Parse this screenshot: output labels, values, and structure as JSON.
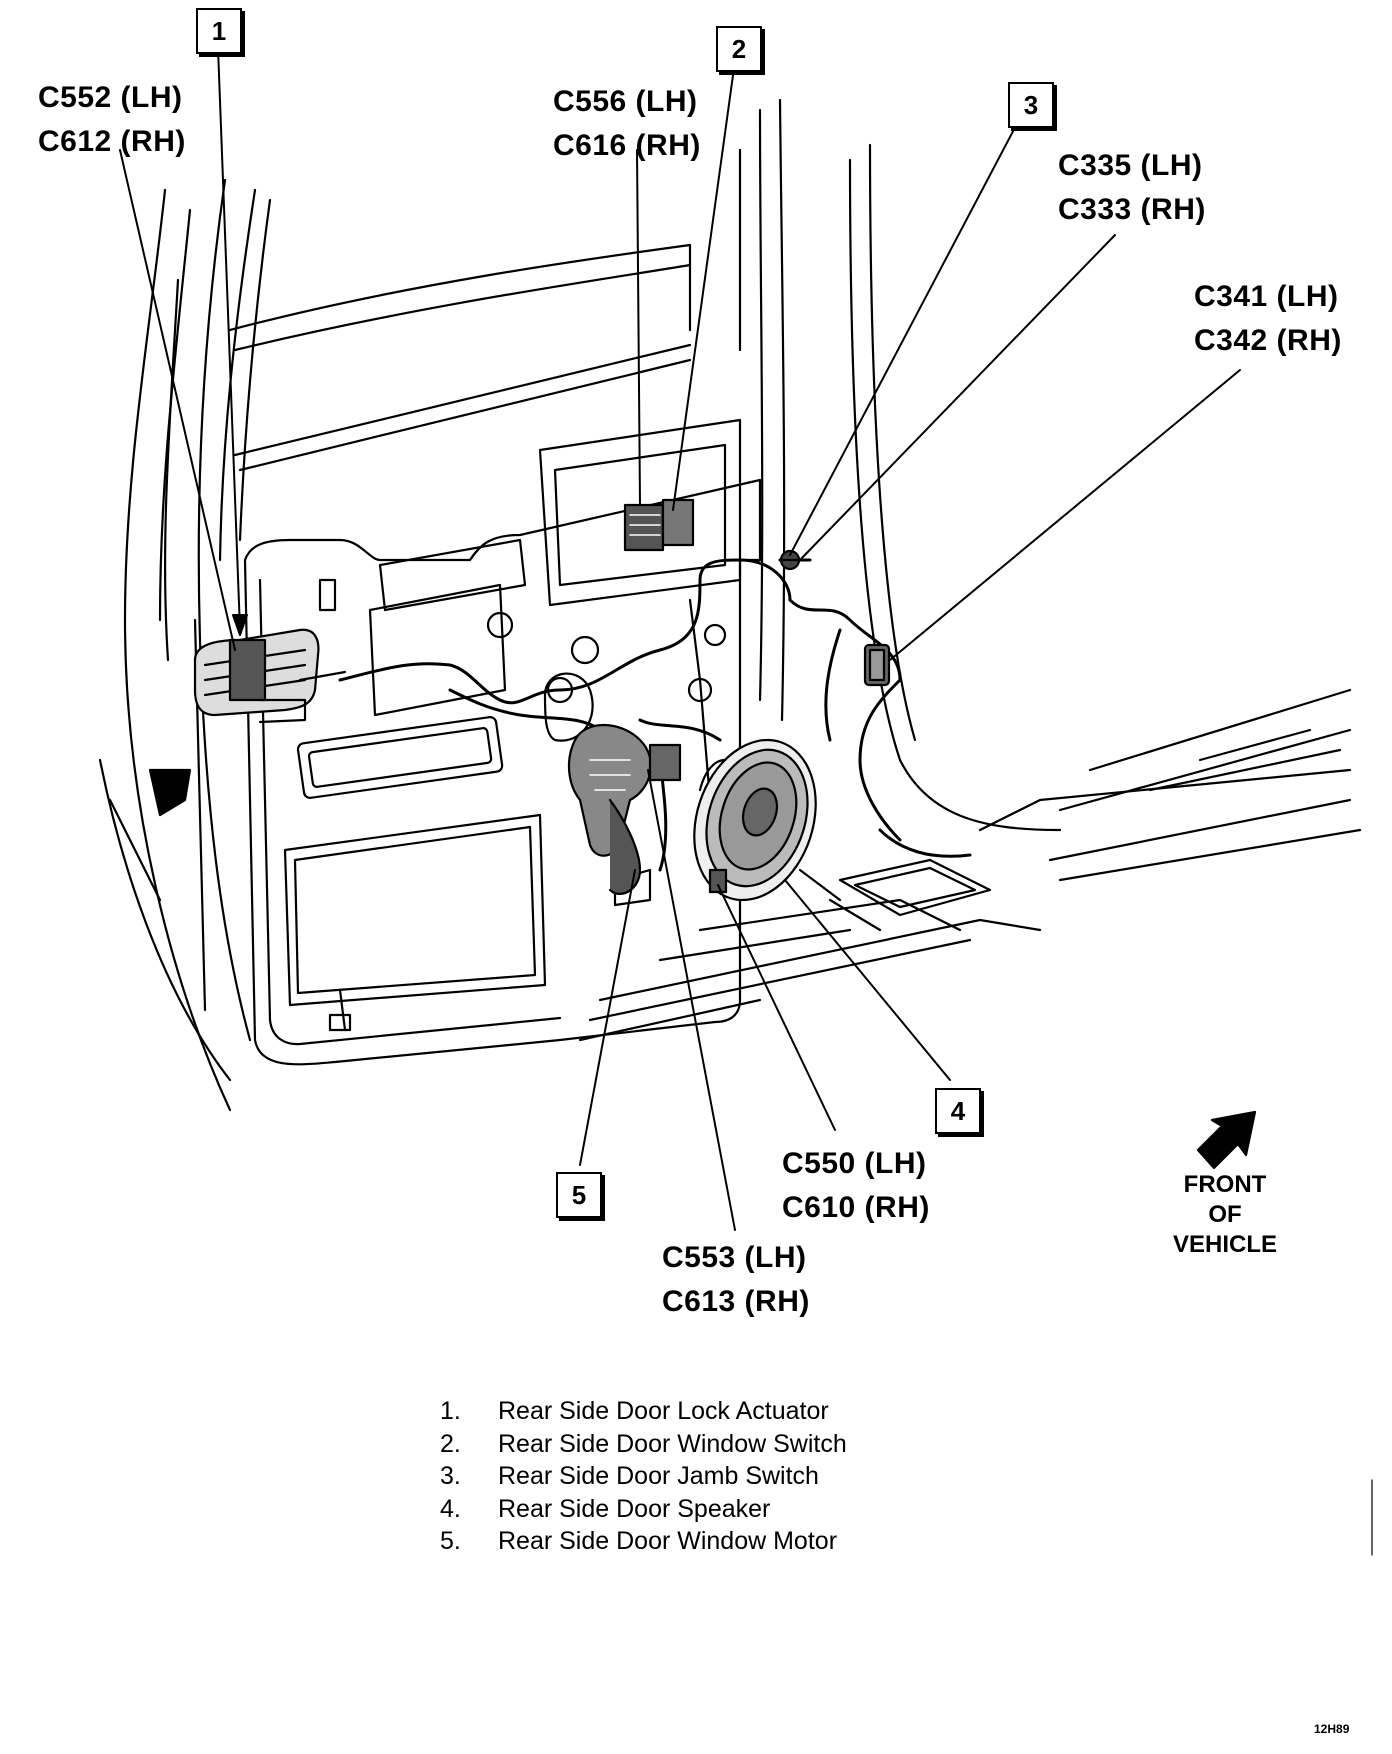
{
  "callouts": [
    {
      "number": "1",
      "connectors": [
        "C552 (LH)",
        "C612 (RH)"
      ]
    },
    {
      "number": "2",
      "connectors": [
        "C556 (LH)",
        "C616 (RH)"
      ]
    },
    {
      "number": "3",
      "connectors": [
        "C335 (LH)",
        "C333 (RH)"
      ]
    },
    {
      "number": "4",
      "connectors": [
        "C550 (LH)",
        "C610 (RH)"
      ]
    },
    {
      "number": "5",
      "connectors": [
        "C553 (LH)",
        "C613 (RH)"
      ]
    }
  ],
  "jamb_connector": [
    "C341 (LH)",
    "C342 (RH)"
  ],
  "orientation": {
    "line1": "FRONT",
    "line2": "OF",
    "line3": "VEHICLE",
    "arrow_icon": "front-arrow-icon"
  },
  "legend": [
    {
      "num": "1.",
      "label": "Rear Side Door Lock Actuator"
    },
    {
      "num": "2.",
      "label": "Rear Side Door Window Switch"
    },
    {
      "num": "3.",
      "label": "Rear Side Door Jamb Switch"
    },
    {
      "num": "4.",
      "label": "Rear Side Door Speaker"
    },
    {
      "num": "5.",
      "label": "Rear Side Door Window Motor"
    }
  ],
  "figure_code": "12H89"
}
